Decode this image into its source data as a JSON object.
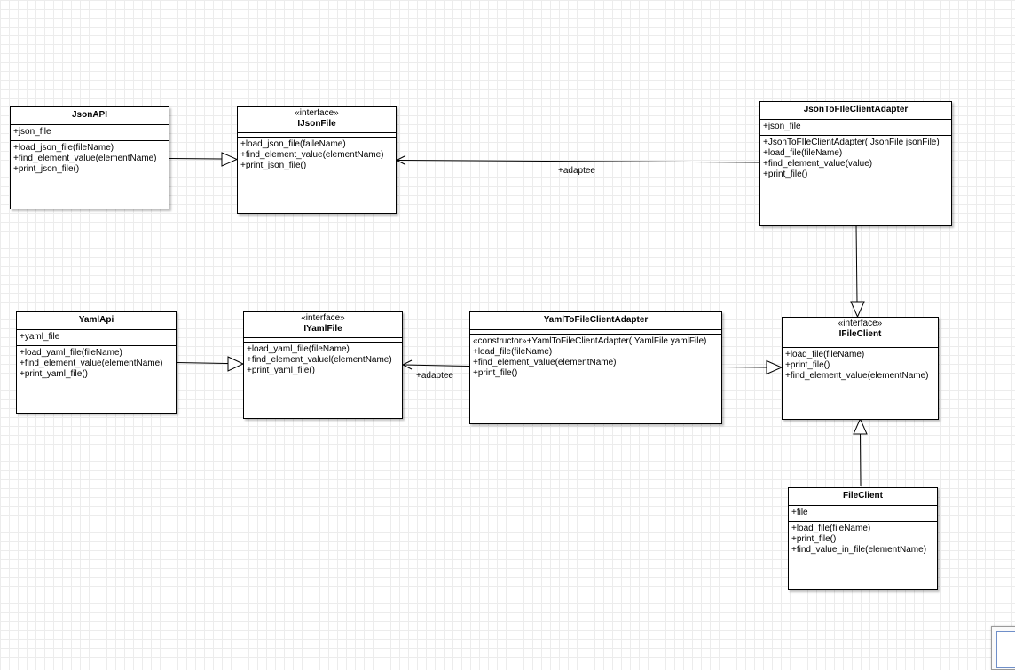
{
  "classes": {
    "json_api": {
      "name": "JsonAPI",
      "attributes": [
        "+json_file"
      ],
      "operations": [
        "+load_json_file(fileName)",
        "+find_element_value(elementName)",
        "+print_json_file()"
      ]
    },
    "ijson_file": {
      "stereotype": "«interface»",
      "name": "IJsonFile",
      "operations": [
        "+load_json_file(faileName)",
        "+find_element_value(elementName)",
        "+print_json_file()"
      ]
    },
    "json_adapter": {
      "name": "JsonToFIleClientAdapter",
      "attributes": [
        "+json_file"
      ],
      "operations": [
        "+JsonToFIleClientAdapter(IJsonFile jsonFile)",
        "+load_file(fileName)",
        "+find_element_value(value)",
        "+print_file()"
      ]
    },
    "yaml_api": {
      "name": "YamlApi",
      "attributes": [
        "+yaml_file"
      ],
      "operations": [
        "+load_yaml_file(fileName)",
        "+find_element_value(elementName)",
        "+print_yaml_file()"
      ]
    },
    "iyaml_file": {
      "stereotype": "«interface»",
      "name": "IYamlFile",
      "operations": [
        "+load_yaml_file(fileName)",
        "+find_element_valuel(elementName)",
        "+print_yaml_file()"
      ]
    },
    "yaml_adapter": {
      "name": "YamlToFileClientAdapter",
      "operations": [
        "«constructor»+YamlToFileClientAdapter(IYamlFile yamlFile)",
        "+load_file(fileName)",
        "+find_element_value(elementName)",
        "+print_file()"
      ]
    },
    "ifile_client": {
      "stereotype": "«interface»",
      "name": "IFileClient",
      "operations": [
        "+load_file(fileName)",
        "+print_file()",
        "+find_element_value(elementName)"
      ]
    },
    "file_client": {
      "name": "FileClient",
      "attributes": [
        "+file"
      ],
      "operations": [
        "+load_file(fileName)",
        "+print_file()",
        "+find_value_in_file(elementName)"
      ]
    }
  },
  "edge_labels": {
    "json_adaptee": "+adaptee",
    "yaml_adaptee": "+adaptee"
  },
  "colors": {
    "grid": "#ececec",
    "stroke": "#000000",
    "box_fill": "#ffffff"
  }
}
